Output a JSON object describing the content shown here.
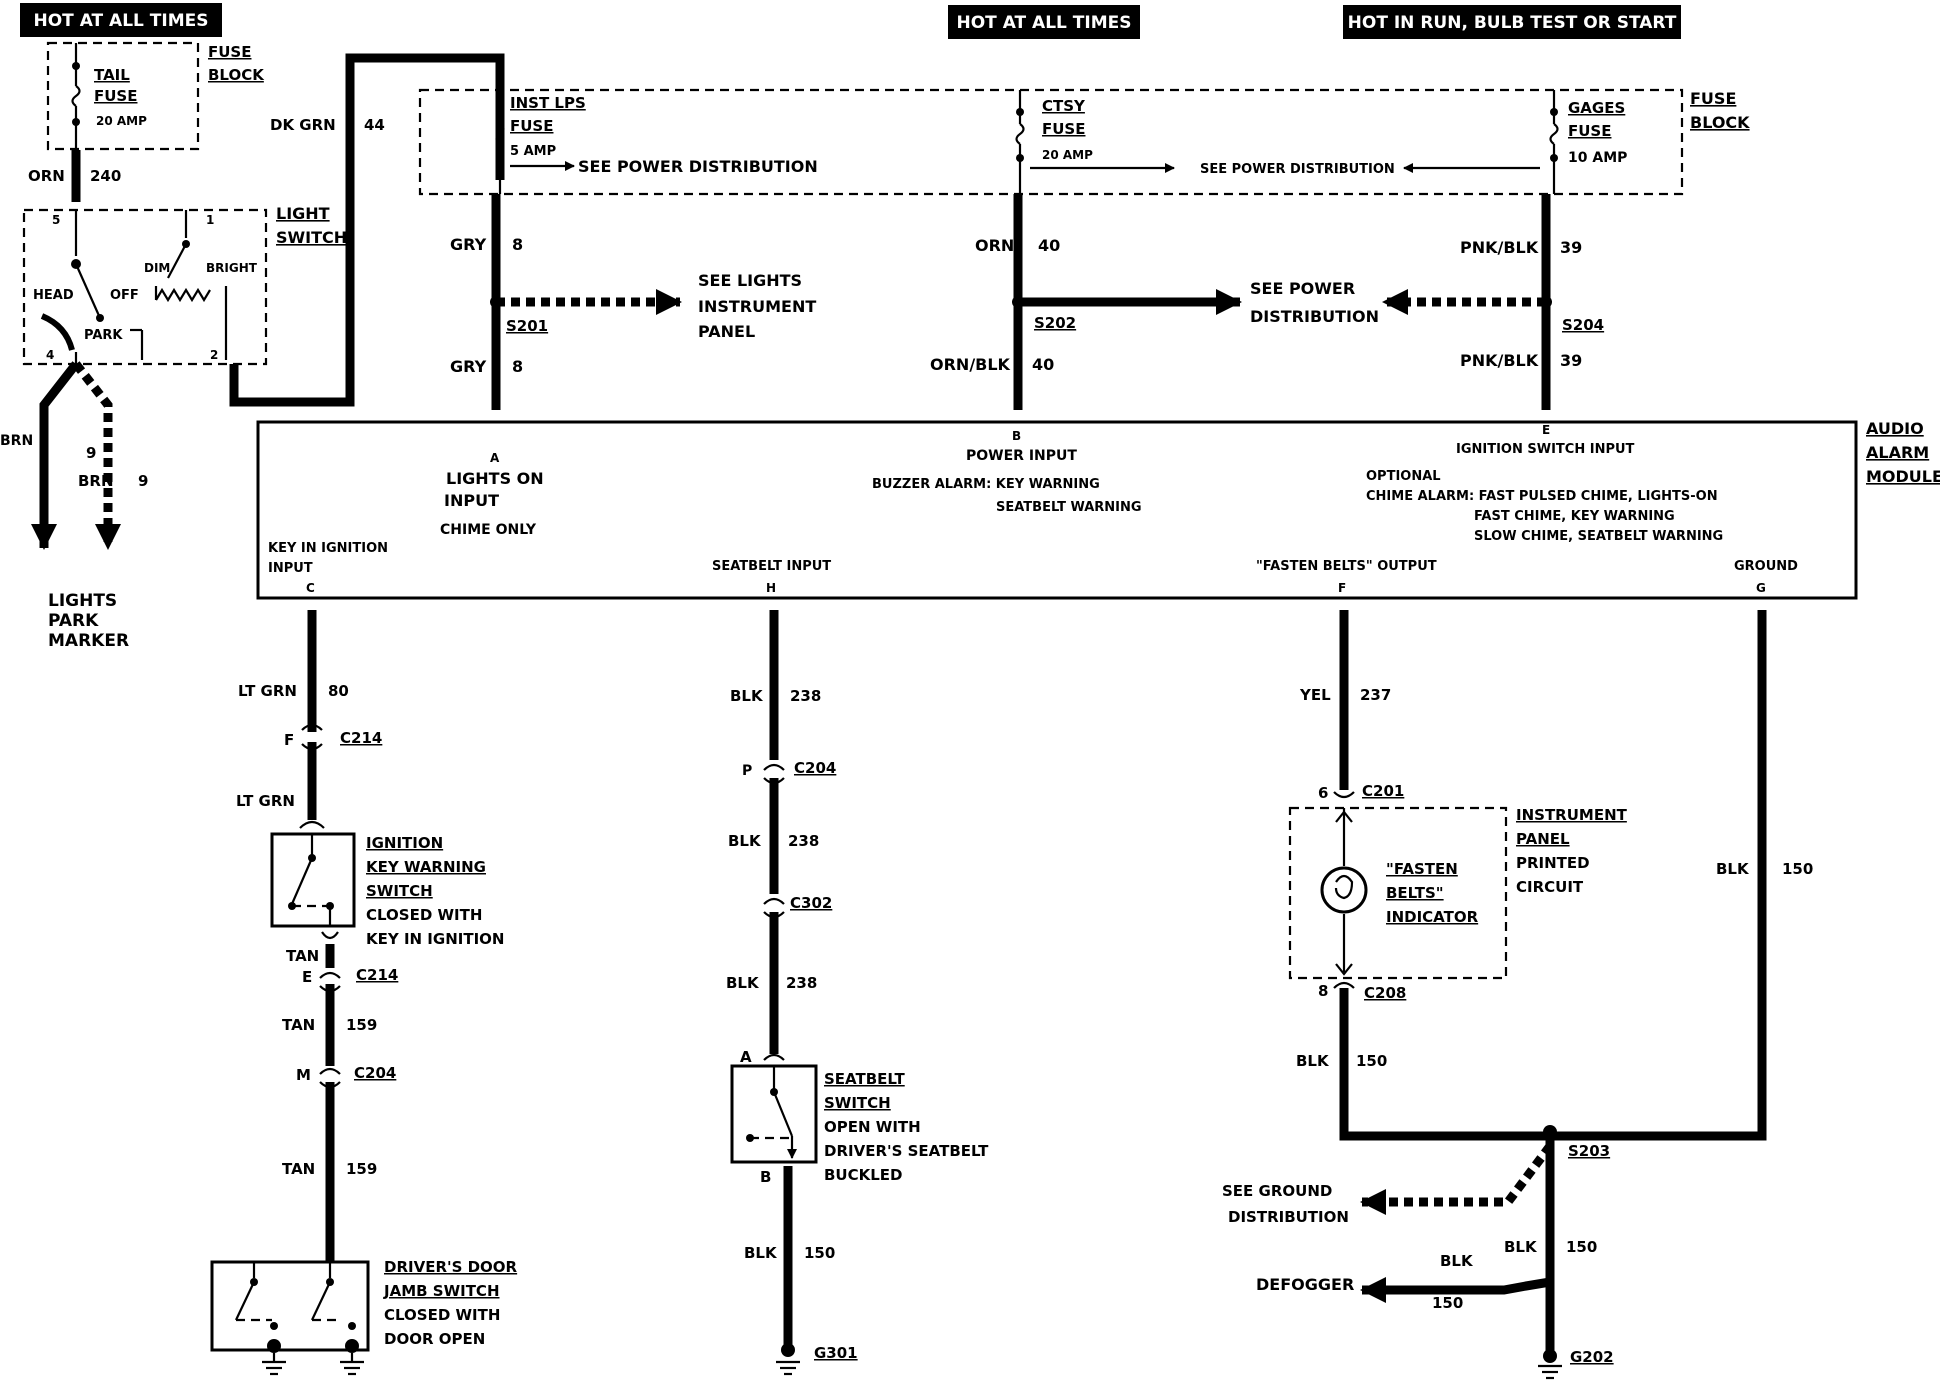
{
  "headers": {
    "hot_at_all_times_left": "HOT AT ALL TIMES",
    "hot_at_all_times_mid": "HOT AT ALL TIMES",
    "hot_in_run": "HOT IN RUN,  BULB TEST OR START"
  },
  "fuse_block_left": {
    "label_1": "FUSE",
    "label_2": "BLOCK",
    "fuse_name_1": "TAIL",
    "fuse_name_2": "FUSE",
    "fuse_rating": "20 AMP"
  },
  "fuse_block_main": {
    "label_1": "FUSE",
    "label_2": "BLOCK",
    "inst_lps_1": "INST LPS",
    "inst_lps_2": "FUSE",
    "inst_lps_rating": "5 AMP",
    "see_power_dist_1": "SEE POWER DISTRIBUTION",
    "ctsy_1": "CTSY",
    "ctsy_2": "FUSE",
    "ctsy_rating": "20 AMP",
    "see_power_dist_2": "SEE POWER DISTRIBUTION",
    "gages_1": "GAGES",
    "gages_2": "FUSE",
    "gages_rating": "10 AMP"
  },
  "light_switch": {
    "label_1": "LIGHT",
    "label_2": "SWITCH",
    "pin_5": "5",
    "pin_1": "1",
    "pin_4": "4",
    "pin_2": "2",
    "head": "HEAD",
    "off": "OFF",
    "park": "PARK",
    "dim": "DIM",
    "bright": "BRIGHT"
  },
  "wires": {
    "orn": "ORN",
    "orn_num": "240",
    "dk_grn": "DK GRN",
    "dk_grn_num": "44",
    "brn_left": "BRN",
    "brn_9a": "9",
    "brn_right": "BRN",
    "brn_9b": "9",
    "gry_top": "GRY",
    "gry_top_num": "8",
    "gry_bot": "GRY",
    "gry_bot_num": "8",
    "orn_40": "ORN",
    "orn_40_num": "40",
    "orn_blk": "ORN/BLK",
    "orn_blk_num": "40",
    "pnk_blk_top": "PNK/BLK",
    "pnk_blk_top_num": "39",
    "pnk_blk_bot": "PNK/BLK",
    "pnk_blk_bot_num": "39",
    "lt_grn_1": "LT GRN",
    "lt_grn_1_num": "80",
    "lt_grn_2": "LT GRN",
    "tan_1": "TAN",
    "tan_2": "TAN",
    "tan_2_num": "159",
    "tan_3": "TAN",
    "tan_3_num": "159",
    "blk_238a": "BLK",
    "blk_238a_num": "238",
    "blk_238b": "BLK",
    "blk_238b_num": "238",
    "blk_238c": "BLK",
    "blk_238c_num": "238",
    "blk_150_seat": "BLK",
    "blk_150_seat_num": "150",
    "yel": "YEL",
    "yel_num": "237",
    "blk_150_gnd": "BLK",
    "blk_150_gnd_num": "150",
    "blk_150_ind": "BLK",
    "blk_150_ind_num": "150",
    "blk_150_s203": "BLK",
    "blk_150_s203_num": "150",
    "blk_defog": "BLK",
    "blk_defog_num": "150"
  },
  "lights_park": {
    "l1": "LIGHTS",
    "l2": "PARK",
    "l3": "MARKER"
  },
  "splices": {
    "s201": "S201",
    "s202": "S202",
    "s204": "S204",
    "s203": "S203"
  },
  "refs": {
    "lights_ip_1": "SEE LIGHTS",
    "lights_ip_2": "INSTRUMENT",
    "lights_ip_3": "PANEL",
    "power_dist_1": "SEE POWER",
    "power_dist_2": "DISTRIBUTION",
    "ground_dist_1": "SEE GROUND",
    "ground_dist_2": "DISTRIBUTION",
    "defogger": "DEFOGGER"
  },
  "module": {
    "name_1": "AUDIO",
    "name_2": "ALARM",
    "name_3": "MODULE",
    "pin_a": "A",
    "lights_on_1": "LIGHTS ON",
    "lights_on_2": "INPUT",
    "chime_only": "CHIME ONLY",
    "pin_b": "B",
    "power_input": "POWER INPUT",
    "buzzer_1": "BUZZER ALARM: KEY WARNING",
    "buzzer_2": "SEATBELT WARNING",
    "pin_e": "E",
    "ign_switch_input": "IGNITION SWITCH INPUT",
    "optional": "OPTIONAL",
    "chime_1": "CHIME ALARM: FAST PULSED CHIME, LIGHTS-ON",
    "chime_2": "FAST CHIME, KEY WARNING",
    "chime_3": "SLOW CHIME, SEATBELT WARNING",
    "key_in_1": "KEY IN IGNITION",
    "key_in_2": "INPUT",
    "pin_c": "C",
    "seatbelt_input": "SEATBELT INPUT",
    "pin_h": "H",
    "fasten_output": "\"FASTEN BELTS\" OUTPUT",
    "pin_f": "F",
    "ground": "GROUND",
    "pin_g": "G"
  },
  "connectors": {
    "c214_f_pin": "F",
    "c214_f": "C214",
    "c214_e_pin": "E",
    "c214_e": "C214",
    "c204_m_pin": "M",
    "c204_m": "C204",
    "c204_p_pin": "P",
    "c204_p": "C204",
    "c302": "C302",
    "seat_a": "A",
    "seat_b": "B",
    "c201_pin": "6",
    "c201": "C201",
    "c208_pin": "8",
    "c208": "C208"
  },
  "ign_switch": {
    "l1": "IGNITION",
    "l2": "KEY WARNING",
    "l3": "SWITCH",
    "l4": "CLOSED WITH",
    "l5": "KEY IN IGNITION"
  },
  "door_switch": {
    "l1": "DRIVER'S DOOR",
    "l2": "JAMB SWITCH",
    "l3": "CLOSED WITH",
    "l4": "DOOR OPEN"
  },
  "seatbelt_switch": {
    "l1": "SEATBELT",
    "l2": "SWITCH",
    "l3": "OPEN WITH",
    "l4": "DRIVER'S SEATBELT",
    "l5": "BUCKLED"
  },
  "ip_circuit": {
    "l1": "INSTRUMENT",
    "l2": "PANEL",
    "l3": "PRINTED",
    "l4": "CIRCUIT",
    "ind_1": "\"FASTEN",
    "ind_2": "BELTS\"",
    "ind_3": "INDICATOR"
  },
  "grounds": {
    "g301": "G301",
    "g202": "G202"
  }
}
